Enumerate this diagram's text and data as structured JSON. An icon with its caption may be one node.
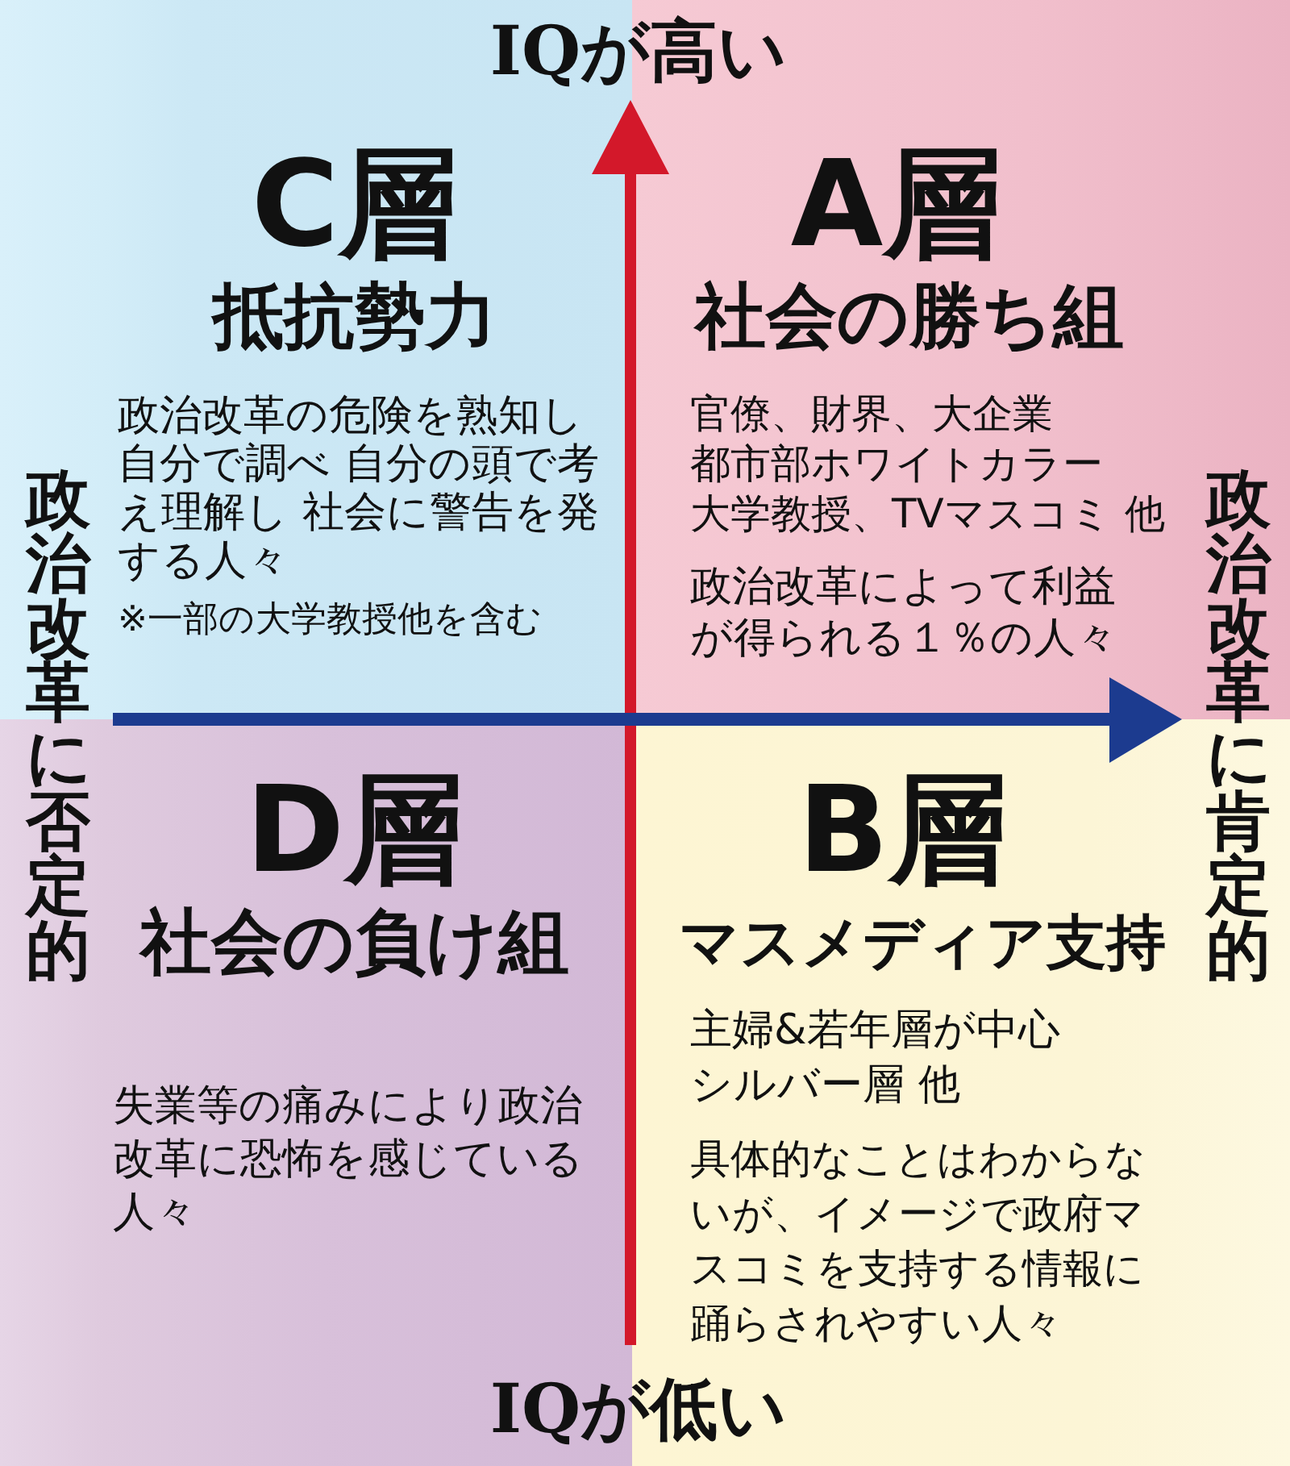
{
  "diagram": {
    "nodes": [
      {
        "text": [
          "C層",
          "抵抗勢力",
          "政治改革の危険を熟知し自分で調べ 自分の頭で考え理解し 社会に警告を発する人々",
          "※一部の大学教授他を含む"
        ]
      },
      {
        "text": [
          "A層",
          "社会の勝ち組",
          "官僚、財界、大企業",
          "都市部ホワイトカラー",
          "大学教授、TVマスコミ 他",
          "政治改革によって利益が得られる１％の人々"
        ]
      },
      {
        "text": [
          "D層",
          "社会の負け組",
          "失業等の痛みにより政治改革に恐怖を感じている人々"
        ]
      },
      {
        "text": [
          "B層",
          "マスメディア支持",
          "主婦&若年層が中心",
          "シルバー層 他",
          "具体的なことはわからないが、イメージで政府マスコミを支持する情報に踊らされやすい人々"
        ]
      }
    ],
    "labels": [
      "IQが高い",
      "政治改革に否定的",
      "政治改革に肯定的",
      "IQが低い"
    ]
  }
}
